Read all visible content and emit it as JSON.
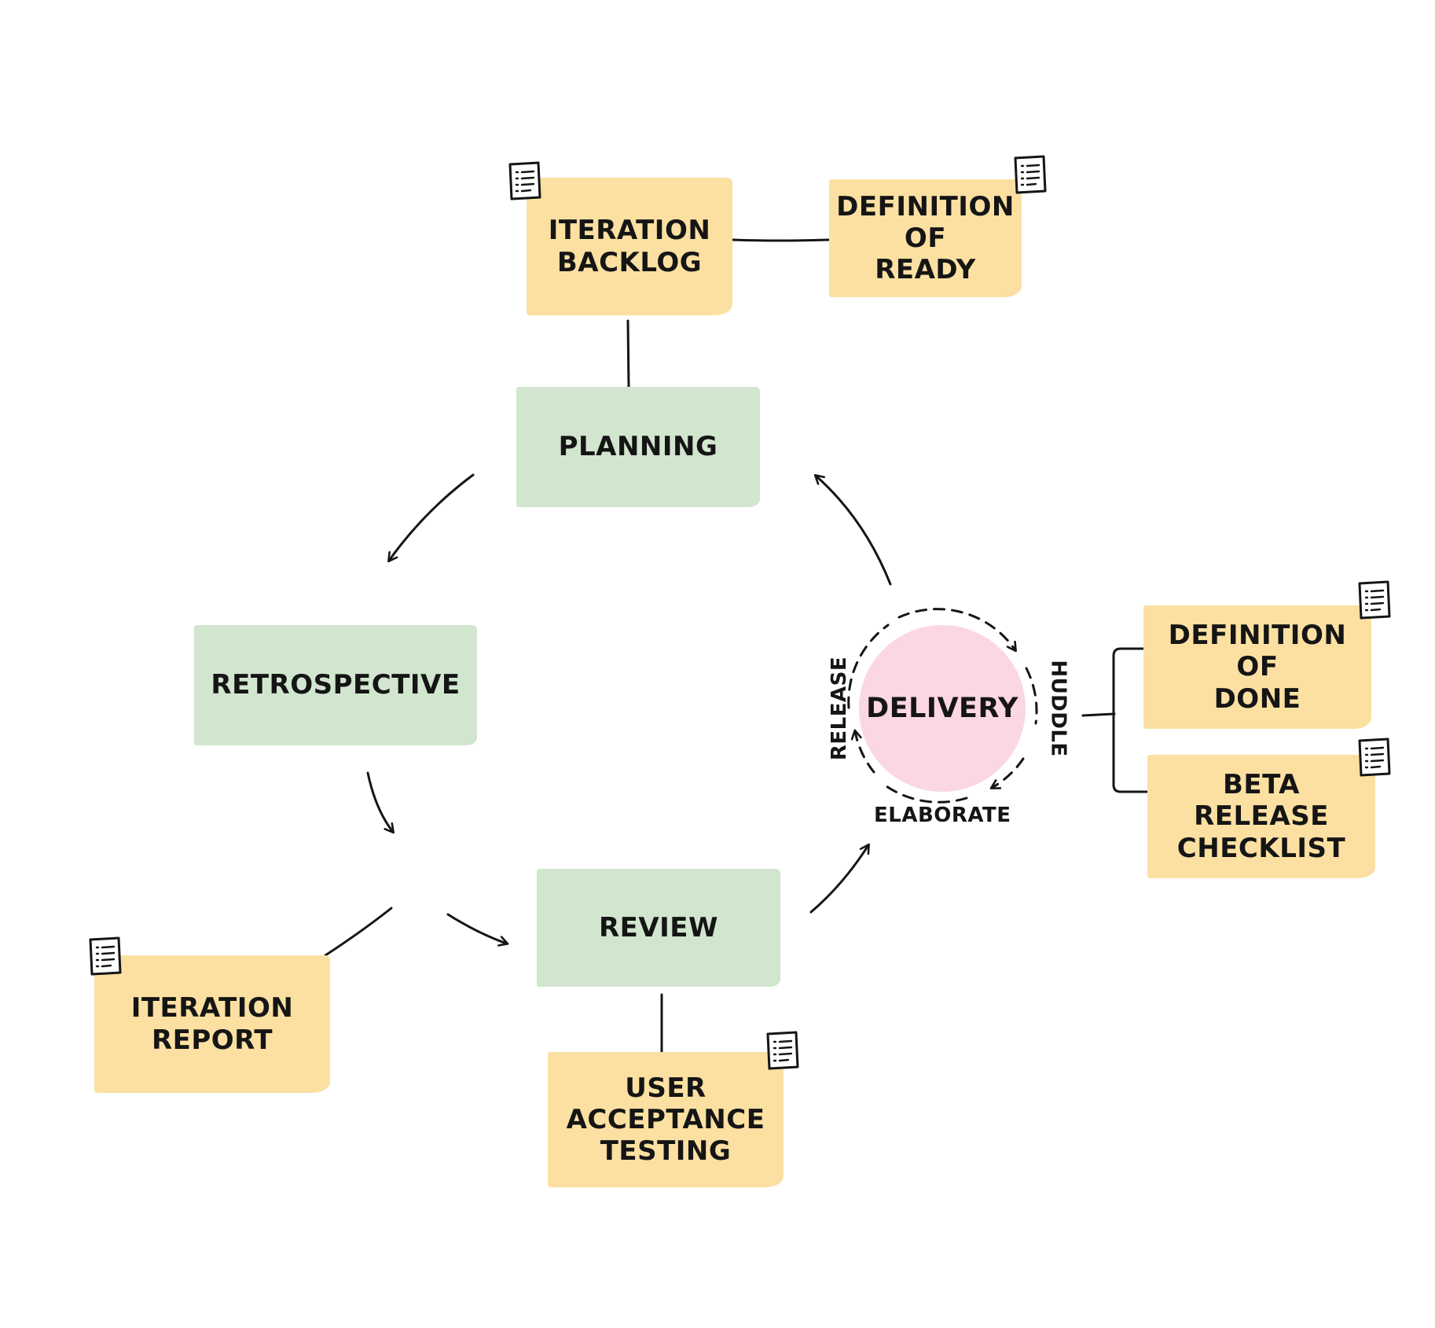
{
  "nodes": {
    "iteration_backlog": [
      "ITERATION",
      "BACKLOG"
    ],
    "definition_of_ready": [
      "DEFINITION",
      "OF",
      "READY"
    ],
    "planning": "PLANNING",
    "retrospective": "RETROSPECTIVE",
    "review": "REVIEW",
    "iteration_report": [
      "ITERATION",
      "REPORT"
    ],
    "user_acceptance_testing": [
      "USER",
      "ACCEPTANCE",
      "TESTING"
    ],
    "delivery": "DELIVERY",
    "definition_of_done": [
      "DEFINITION",
      "OF",
      "DONE"
    ],
    "beta_release_checklist": [
      "BETA RELEASE",
      "CHECKLIST"
    ]
  },
  "delivery_cycle": {
    "huddle": "HUDDLE",
    "elaborate": "ELABORATE",
    "release": "RELEASE"
  },
  "colors": {
    "note": "#fbe0a2",
    "stage": "#d2e6cf",
    "delivery": "#fbd7e1",
    "ink": "#151515"
  },
  "icons": {
    "document": "document-icon"
  }
}
